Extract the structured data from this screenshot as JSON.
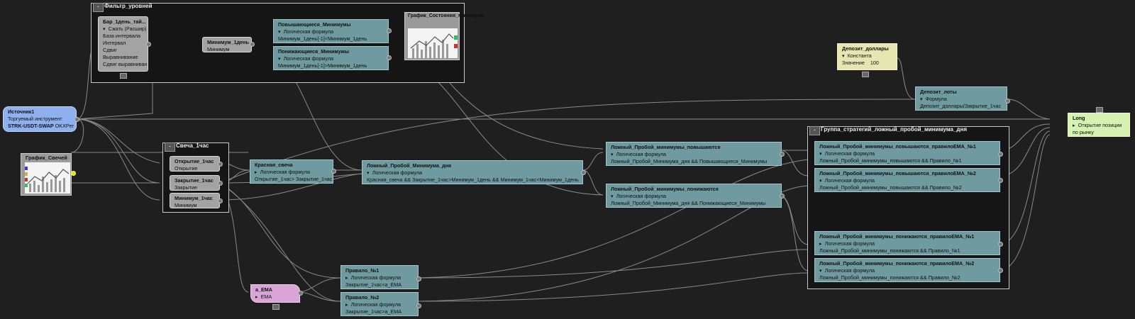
{
  "groups": {
    "level_filter": "Фильтр_уровней",
    "candle_1h": "Свеча_1час",
    "strategy_group": "Группа_стратегий_ложный_пробой_минимума_дня"
  },
  "source": {
    "title": "Источник1",
    "line1": "Торгуемый инструмент",
    "symbol": "STRK-USDT-SWAP",
    "exchange": "OKXPer"
  },
  "candle_chart": {
    "title": "График_Свечей"
  },
  "state_chart": {
    "title": "График_Состояния_минимума"
  },
  "bar_1d": {
    "title": "Бар_1день_тай...",
    "mode": "Сжать (Расшир)",
    "items": [
      "База интервала",
      "Интервал",
      "Сдвиг",
      "Выравнивание",
      "Сдвиг выравниван"
    ]
  },
  "min_1d": {
    "title": "Минимум_1день",
    "sub": "Минимум"
  },
  "rising_mins": {
    "title": "Повышающиеся_Минимумы",
    "sub": "Логическая формула",
    "formula": "Минимум_1день[-1]<Минимум_1день"
  },
  "falling_mins": {
    "title": "Понижающиеся_Минимумы",
    "sub": "Логическая формула",
    "formula": "Минимум_1день[-1]>Минимум_1день"
  },
  "open_1h": {
    "title": "Открытие_1час",
    "sub": "Открытие"
  },
  "close_1h": {
    "title": "Закрытие_1час",
    "sub": "Закрытие"
  },
  "low_1h": {
    "title": "Минимум_1час",
    "sub": "Минимум"
  },
  "red_candle": {
    "title": "Красная_свеча",
    "sub": "Логическая формула",
    "formula": "Открытие_1час> Закрытие_1час"
  },
  "false_break": {
    "title": "Ложный_Пробой_Минимума_дня",
    "sub": "Логическая формула",
    "formula": "Красная_свеча &&  Закрытие_1час>Минимум_1день &&  Минимум_1час<Минимум_1день"
  },
  "fb_rising": {
    "title": "Ложный_Пробой_минимумы_повышаются",
    "sub": "Логическая формула",
    "formula": "Ложный_Пробой_Минимума_дня && Повышающиеся_Минимумы"
  },
  "fb_falling": {
    "title": "Ложный_Пробой_минимумы_понижаются",
    "sub": "Логическая формула",
    "formula": "Ложный_Пробой_Минимума_дня && Понижающиеся_Минимумы"
  },
  "deposit_usd": {
    "title": "Депозит_доллары",
    "sub": "Константа",
    "label": "Значение",
    "value": "100"
  },
  "deposit_lots": {
    "title": "Депозит_лоты",
    "sub": "Формула",
    "formula": "Депозит_доллары/Закрытие_1час"
  },
  "long": {
    "title": "Long",
    "sub": "Открытие позиции по рынку"
  },
  "ema": {
    "title": "a_EMA",
    "sub": "EMA"
  },
  "rule1": {
    "title": "Правило_№1",
    "sub": "Логическая формула",
    "formula": "Закрытие_1час<a_EMA"
  },
  "rule2": {
    "title": "Правило_№2",
    "sub": "Логическая формула",
    "formula": "Закрытие_1час>a_EMA"
  },
  "s_rise_1": {
    "title": "Ложный_Пробой_минимумы_повышаются_правилоEMA_№1",
    "sub": "Логическая формула",
    "formula": "Ложный_Пробой_минимумы_повышаются && Правило_№1"
  },
  "s_rise_2": {
    "title": "Ложный_Пробой_минимумы_повышаются_правилоEMA_№2",
    "sub": "Логическая формула",
    "formula": "Ложный_Пробой_минимумы_повышаются && Правило_№2"
  },
  "s_fall_1": {
    "title": "Ложный_Пробой_минимумы_понижаются_правилоEMA_№1",
    "sub": "Логическая формула",
    "formula": "Ложный_Пробой_минимумы_понижаются && Правило_№1"
  },
  "s_fall_2": {
    "title": "Ложный_Пробой_минимумы_понижаются_правилоEMA_№2",
    "sub": "Логическая формула",
    "formula": "Ложный_Пробой_минимумы_понижаются && Правило_№2"
  }
}
